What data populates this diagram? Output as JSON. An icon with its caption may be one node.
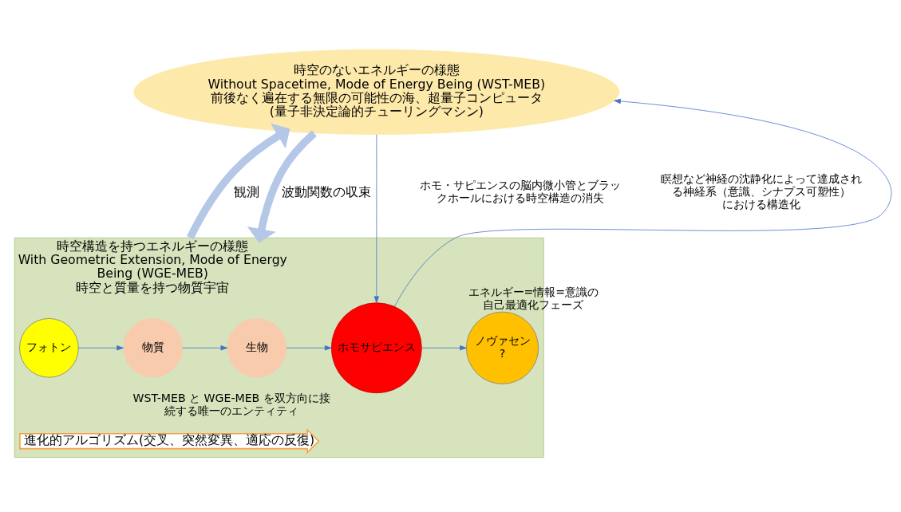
{
  "diagram": {
    "nodes": [
      {
        "text": [
          "時空のないエネルギーの様態",
          "Without Spacetime, Mode of Energy Being (WST-MEB)",
          "前後なく遍在する無限の可能性の海、超量子コンピュータ (量子非決定論的チューリングマシン)"
        ]
      },
      {
        "text": [
          "時空構造を持つエネルギーの様態",
          "With Geometric Extension, Mode of Energy Being (WGE-MEB)",
          "時空と質量を持つ物質宇宙"
        ]
      },
      {
        "text": [
          "フォトン"
        ],
        "in": 1
      },
      {
        "text": [
          "物質"
        ],
        "in": 1
      },
      {
        "text": [
          "生物"
        ],
        "in": 1
      },
      {
        "text": [
          "ホモサピエンス"
        ],
        "in": 1,
        "beside": [
          "WST-MEB と WGE-MEB を双方向に接続する唯一のエンティティ"
        ]
      },
      {
        "text": [
          "ノヴァセン ?"
        ],
        "in": 1,
        "beside": [
          "エネルギー=情報=意識の自己最適化フェーズ"
        ]
      },
      {
        "text": [
          "進化的アルゴリズム(交叉、突然変異、適応の反復)"
        ],
        "in": 1
      }
    ],
    "edges": [
      {
        "from": 1,
        "to": 0,
        "arrow": "to",
        "label": "観測",
        "style": "thick",
        "color": "#b4c7e7"
      },
      {
        "from": 0,
        "to": 1,
        "arrow": "to",
        "label": "波動関数の収束",
        "style": "thick",
        "color": "#b4c7e7"
      },
      {
        "from": 5,
        "to": 0,
        "arrow": "to"
      },
      {
        "from": 0,
        "to": 5,
        "arrow": "to"
      },
      {
        "from": 2,
        "to": 3,
        "arrow": "to"
      },
      {
        "from": 3,
        "to": 4,
        "arrow": "to"
      },
      {
        "from": 4,
        "to": 5,
        "arrow": "to"
      },
      {
        "from": 5,
        "to": 6,
        "arrow": "to"
      }
    ],
    "labels": [
      "ホモ・サピエンスの脳内微小管とブラックホールにおける時空構造の消失",
      "瞑想など神経の沈静化によって達成される神経系（意識、シナプス可塑性）における構造化"
    ]
  }
}
